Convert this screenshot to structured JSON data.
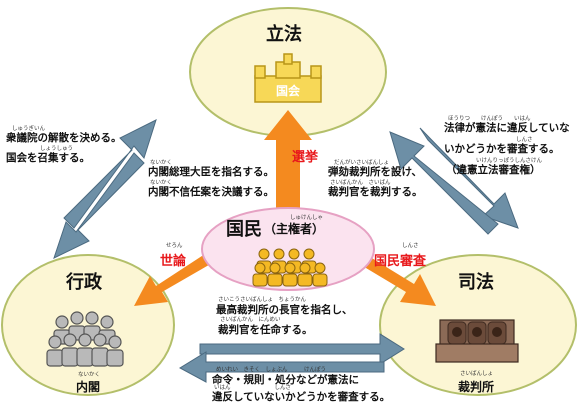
{
  "nodes": {
    "legislative": {
      "title": "立法",
      "institution": "国会"
    },
    "executive": {
      "title": "行政",
      "institution": "内閣",
      "institution_ruby": "ないかく"
    },
    "judicial": {
      "title": "司法",
      "institution": "裁判所",
      "institution_ruby": "さいばんしょ"
    },
    "people": {
      "title": "国民",
      "subtitle": "（主権者）",
      "subtitle_ruby": "しゅけんしゃ"
    }
  },
  "arrow_labels": {
    "election": "選挙",
    "public_opinion": "世論",
    "public_opinion_ruby": "せろん",
    "national_review": "国民審査",
    "national_review_ruby": "しんさ"
  },
  "notes": {
    "leg_to_exec": [
      "衆議院の解散を決める。",
      "国会を召集する。"
    ],
    "leg_to_exec_ruby": [
      "しゅうぎいん",
      "しょうしゅう"
    ],
    "exec_to_leg": [
      "内閣総理大臣を指名する。",
      "内閣不信任案を決議する。"
    ],
    "exec_to_leg_ruby": [
      "ないかく",
      "ないかく"
    ],
    "leg_to_jud": [
      "弾劾裁判所を設け、",
      "裁判官を裁判する。"
    ],
    "leg_to_jud_ruby": [
      "だんがいさいばんしょ",
      "さいばんかん　さいばん"
    ],
    "jud_to_leg": [
      "法律が憲法に違反していな",
      "いかどうかを審査する。",
      "（違憲立法審査権）"
    ],
    "jud_to_leg_ruby": [
      "ほうりつ　　けんぽう　　いはん",
      "しんさ",
      "いけんりっぽうしんさけん"
    ],
    "exec_to_jud": [
      "最高裁判所の長官を指名し、",
      "裁判官を任命する。"
    ],
    "exec_to_jud_ruby": [
      "さいこうさいばんしょ　ちょうかん",
      "さいばんかん　にんめい"
    ],
    "jud_to_exec": [
      "命令・規則・処分などが憲法に",
      "違反していないかどうかを審査する。"
    ],
    "jud_to_exec_ruby": [
      "めいれい　きそく　しょぶん　　　けんぽう",
      "いはん　　　　　　　　しんさ"
    ]
  },
  "colors": {
    "ellipse_fill": "#fcf6d4",
    "people_fill": "#fbe3ef",
    "arrow_orange": "#f48a1f",
    "arrow_steel": "#6d8fa6",
    "label_red": "#e8191c",
    "building_fill": "#f7d857",
    "building_stroke": "#b89618",
    "person_fill": "#f4b924",
    "exec_person_fill": "#b9b9b9",
    "judge_fill": "#6b4b3a"
  }
}
